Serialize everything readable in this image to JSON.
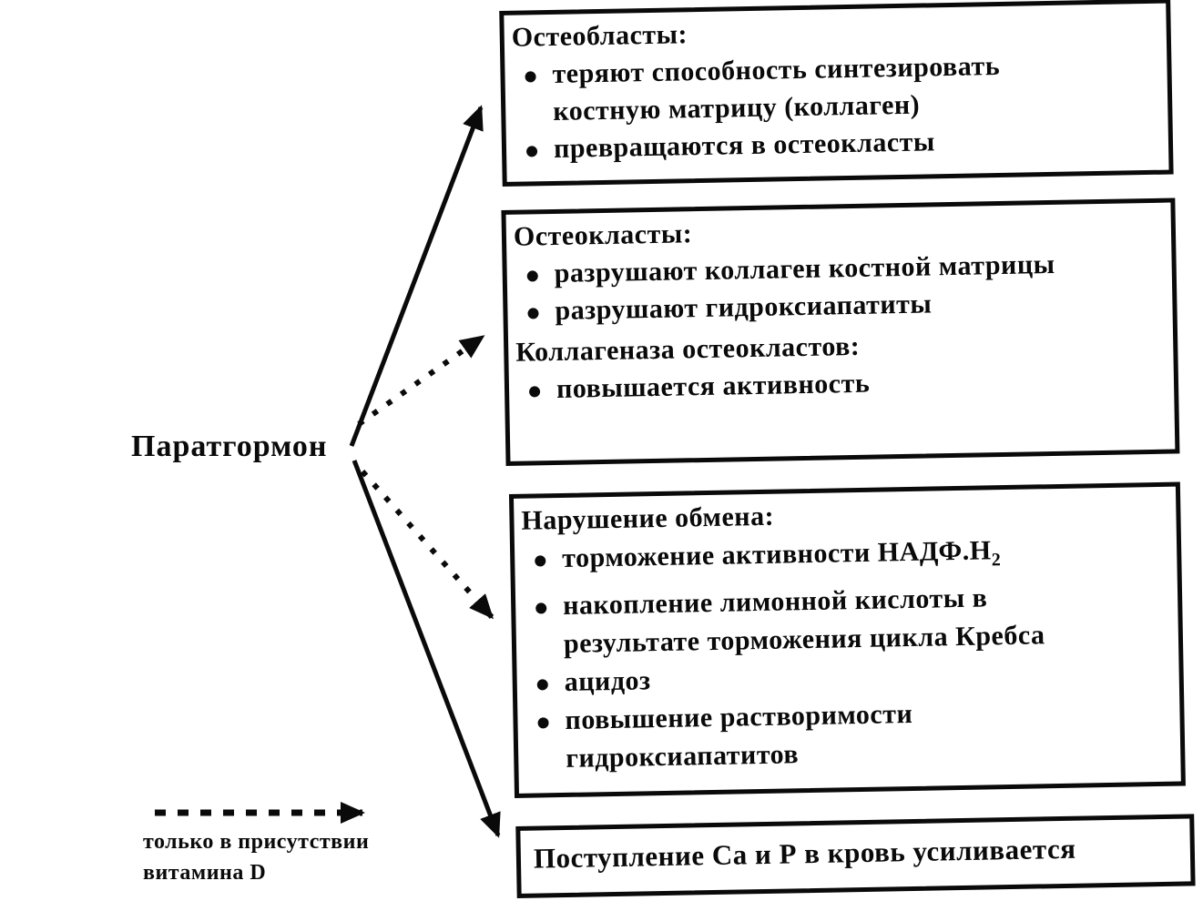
{
  "diagram": {
    "source_label": "Паратгормон",
    "colors": {
      "ink": "#0a0a0a",
      "background": "#ffffff"
    },
    "boxes": [
      {
        "id": "osteoblasts",
        "header": "Остеобласты:",
        "items": [
          "теряют способность синтезировать\nкостную матрицу (коллаген)",
          "превращаются в остеокласты"
        ]
      },
      {
        "id": "osteoclasts",
        "sections": [
          {
            "header": "Остеокласты:",
            "items": [
              "разрушают коллаген костной матрицы",
              "разрушают гидроксиапатиты"
            ]
          },
          {
            "header": "Коллагеназа остеокластов:",
            "items": [
              "повышается активность"
            ]
          }
        ]
      },
      {
        "id": "metabolism",
        "header": "Нарушение обмена:",
        "items": [
          {
            "text": "торможение активности НАДФ.Н",
            "sub": "2"
          },
          "накопление лимонной кислоты в\nрезультате торможения цикла Кребса",
          "ацидоз",
          "повышение растворимости\nгидроксиапатитов"
        ]
      },
      {
        "id": "result",
        "text": "Поступление Са и Р в кровь усиливается"
      }
    ],
    "arrows": [
      {
        "from": "source_label",
        "to": "osteoblasts",
        "style": "solid"
      },
      {
        "from": "source_label",
        "to": "osteoclasts",
        "style": "dashed"
      },
      {
        "from": "source_label",
        "to": "metabolism",
        "style": "dashed"
      },
      {
        "from": "source_label",
        "to": "result",
        "style": "solid"
      }
    ],
    "legend": {
      "arrow_style": "dashed",
      "line1": "только в присутствии",
      "line2": "витамина D"
    }
  }
}
